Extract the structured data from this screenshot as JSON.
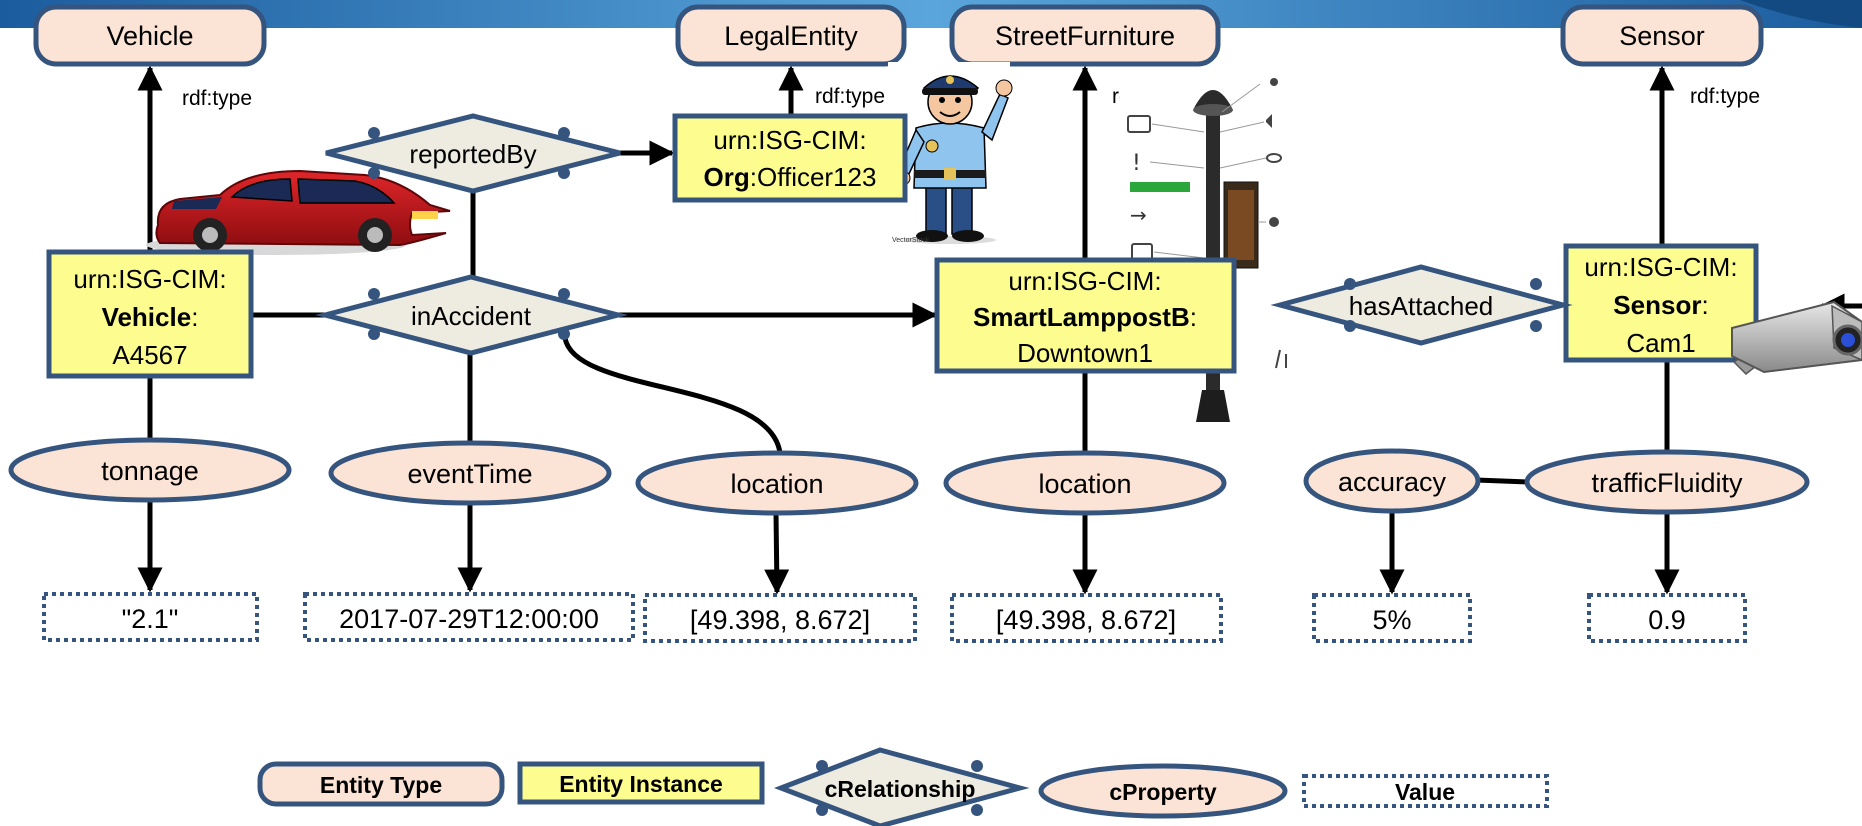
{
  "entity_types": {
    "vehicle": "Vehicle",
    "legal_entity": "LegalEntity",
    "street_furniture": "StreetFurniture",
    "sensor": "Sensor"
  },
  "rdf_type_label": "rdf:type",
  "instances": {
    "vehicle": {
      "prefix": "urn:ISG-CIM:",
      "class": "Vehicle",
      "colon": ":",
      "id": "A4567"
    },
    "officer": {
      "prefix": "urn:ISG-CIM:",
      "class": "Org",
      "id": ":Officer123"
    },
    "lamppost": {
      "prefix": "urn:ISG-CIM:",
      "class": "SmartLamppostB",
      "colon": ":",
      "id": "Downtown1"
    },
    "sensor": {
      "prefix": "urn:ISG-CIM:",
      "class": "Sensor",
      "colon": ":",
      "id": "Cam1"
    }
  },
  "relationships": {
    "reported_by": "reportedBy",
    "in_accident": "inAccident",
    "has_attached": "hasAttached"
  },
  "properties": {
    "tonnage": "tonnage",
    "event_time": "eventTime",
    "accident_location": "location",
    "lamppost_location": "location",
    "accuracy": "accuracy",
    "traffic_fluidity": "trafficFluidity"
  },
  "values": {
    "tonnage": "\"2.1\"",
    "event_time": "2017-07-29T12:00:00",
    "accident_location": "[49.398, 8.672]",
    "lamppost_location": "[49.398, 8.672]",
    "accuracy": "5%",
    "traffic_fluidity": "0.9"
  },
  "legend": {
    "entity_type": "Entity Type",
    "entity_instance": "Entity Instance",
    "relationship": "cRelationship",
    "property": "cProperty",
    "value": "Value"
  },
  "images": {
    "car": "car-illustration",
    "police_officer": "police-officer-illustration",
    "lamppost": "smart-lamppost-illustration",
    "camera": "security-camera-illustration",
    "vectorstock_caption": "VectorStock"
  },
  "colors": {
    "type_fill": "#fbe4d5",
    "instance_fill": "#fdfd8f",
    "relationship_fill": "#eeece1",
    "property_fill": "#fbe4d5",
    "border": "#35557f",
    "banner": "#1f6fb2"
  }
}
